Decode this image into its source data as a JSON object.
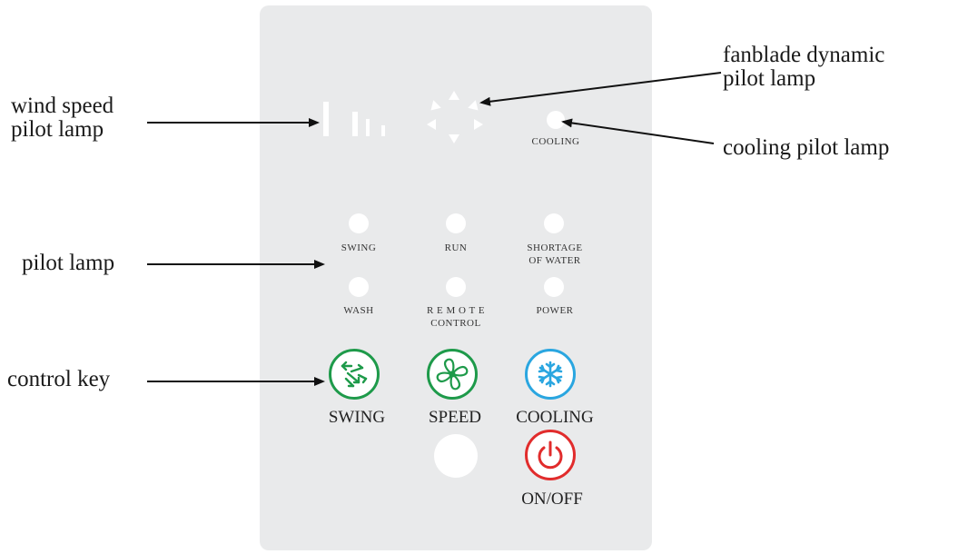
{
  "callouts": {
    "fanblade": "fanblade dynamic\npilot lamp",
    "wind_speed": "wind speed\npilot lamp",
    "cooling": "cooling pilot lamp",
    "pilot": "pilot lamp",
    "control_key": "control key"
  },
  "panel": {
    "cooling_indicator_label": "COOLING",
    "lamps": {
      "swing": "SWING",
      "run": "RUN",
      "shortage": "SHORTAGE\nOF WATER",
      "wash": "WASH",
      "remote": "R E M O T E\nCONTROL",
      "power": "POWER"
    },
    "keys": {
      "swing": "SWING",
      "speed": "SPEED",
      "cooling": "COOLING",
      "onoff": "ON/OFF"
    }
  },
  "colors": {
    "panel_bg": "#e9eaeb",
    "swing_key": "#1e9a4a",
    "speed_key": "#1e9a4a",
    "cooling_key": "#2aa6e0",
    "power_key": "#e12c2c",
    "lamp": "#ffffff"
  },
  "icons": {
    "swing_key": "swing-arrows-icon",
    "speed_key": "fan-icon",
    "cooling_key": "snowflake-icon",
    "power_key": "power-icon"
  }
}
